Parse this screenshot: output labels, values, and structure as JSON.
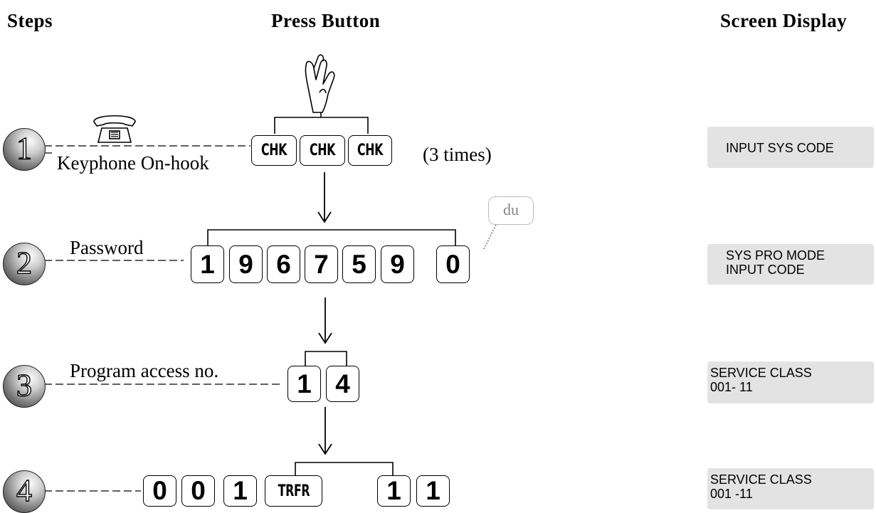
{
  "headers": {
    "steps": "Steps",
    "press_button": "Press Button",
    "screen_display": "Screen Display"
  },
  "steps": [
    {
      "number": "1",
      "label": "Keyphone On-hook",
      "keys": [
        "CHK",
        "CHK",
        "CHK"
      ],
      "note": "(3 times)",
      "screen": [
        "INPUT SYS CODE"
      ]
    },
    {
      "number": "2",
      "label": "Password",
      "keys": [
        "1",
        "9",
        "6",
        "7",
        "5",
        "9",
        "0"
      ],
      "bubble": "du",
      "screen": [
        "SYS PRO MODE",
        "INPUT CODE"
      ]
    },
    {
      "number": "3",
      "label": "Program access no.",
      "keys": [
        "1",
        "4"
      ],
      "screen": [
        "SERVICE CLASS",
        "001- 11"
      ]
    },
    {
      "number": "4",
      "keys": [
        "0",
        "0",
        "1",
        "TRFR",
        "1",
        "1"
      ],
      "screen": [
        "SERVICE CLASS",
        "001 -11"
      ]
    }
  ],
  "icons": {
    "hand": "hand-pointer-icon",
    "phone": "telephone-icon"
  }
}
